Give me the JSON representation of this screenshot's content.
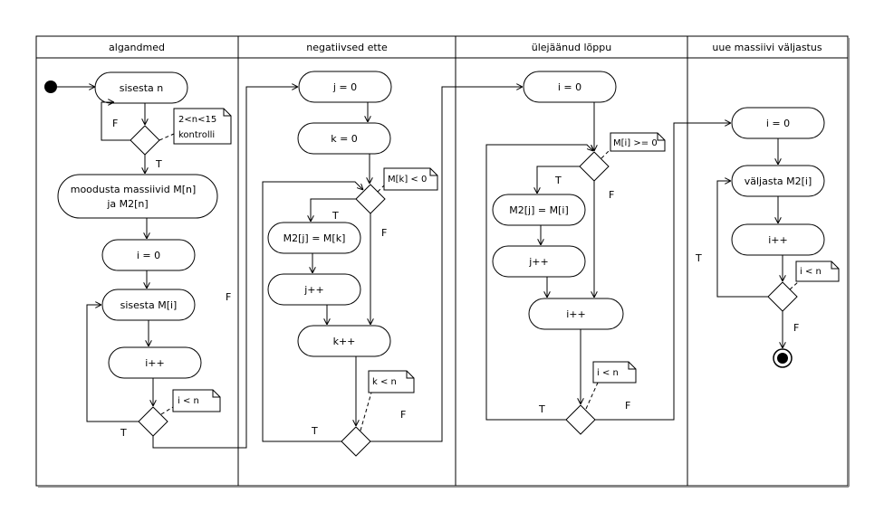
{
  "lanes": [
    "algandmed",
    "negatiivsed ette",
    "ülejäänud lõppu",
    "uue massiivi väljastus"
  ],
  "nodes": {
    "l1_input_n": "sisesta n",
    "l1_create_1": "moodusta massiivid  M[n]",
    "l1_create_2": "ja  M2[n]",
    "l1_i0": "i = 0",
    "l1_input_mi": "sisesta M[i]",
    "l1_inc": "i++",
    "l2_j0": "j = 0",
    "l2_k0": "k = 0",
    "l2_assign": "M2[j] = M[k]",
    "l2_jinc": "j++",
    "l2_kinc": "k++",
    "l3_i0": "i = 0",
    "l3_assign": "M2[j] = M[i]",
    "l3_jinc": "j++",
    "l3_iinc": "i++",
    "l4_i0": "i = 0",
    "l4_print": "väljasta M2[i]",
    "l4_inc": "i++"
  },
  "notes": {
    "n1_line1": "2<n<15",
    "n1_line2": "kontrolli",
    "n2": "i < n",
    "n3": "M[k] < 0",
    "n4": "k < n",
    "n5": "M[i] >= 0",
    "n6": "i < n",
    "n7": "i < n"
  },
  "guards": {
    "true": "T",
    "false": "F"
  }
}
